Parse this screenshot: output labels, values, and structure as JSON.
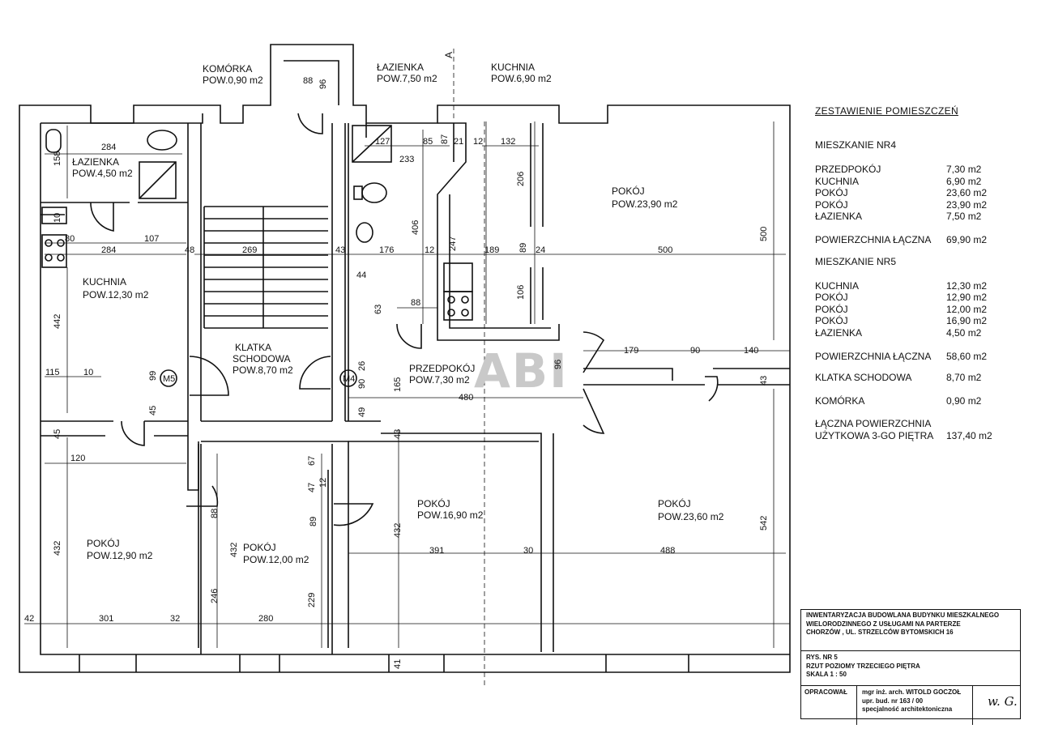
{
  "rooms": {
    "komorka": {
      "name": "KOMÓRKA",
      "area": "POW.0,90 m2"
    },
    "lazienka_top": {
      "name": "ŁAZIENKA",
      "area": "POW.7,50 m2"
    },
    "kuchnia_top": {
      "name": "KUCHNIA",
      "area": "POW.6,90 m2"
    },
    "lazienka_left": {
      "name": "ŁAZIENKA",
      "area": "POW.4,50 m2"
    },
    "kuchnia_left": {
      "name": "KUCHNIA",
      "area": "POW.12,30 m2"
    },
    "klatka": {
      "name1": "KLATKA",
      "name2": "SCHODOWA",
      "area": "POW.8,70 m2"
    },
    "przedpokoj": {
      "name": "PRZEDPOKÓJ",
      "area": "POW.7,30 m2"
    },
    "pokoj_tr": {
      "name": "POKÓJ",
      "area": "POW.23,90 m2"
    },
    "pokoj_bl": {
      "name": "POKÓJ",
      "area": "POW.12,90 m2"
    },
    "pokoj_b2": {
      "name": "POKÓJ",
      "area": "POW.12,00 m2"
    },
    "pokoj_b3": {
      "name": "POKÓJ",
      "area": "POW.16,90 m2"
    },
    "pokoj_br": {
      "name": "POKÓJ",
      "area": "POW.23,60 m2"
    }
  },
  "markers": {
    "m5": "M5",
    "m4": "M4",
    "section": "A"
  },
  "watermark": "ABI",
  "dimensions": [
    "284",
    "158",
    "10",
    "80",
    "107",
    "284",
    "48",
    "269",
    "43",
    "176",
    "12",
    "189",
    "89",
    "24",
    "500",
    "500",
    "442",
    "115",
    "10",
    "99",
    "45",
    "45",
    "120",
    "432",
    "301",
    "32",
    "42",
    "280",
    "246",
    "432",
    "229",
    "67",
    "47",
    "12",
    "89",
    "88",
    "96",
    "88",
    "127",
    "85",
    "87",
    "21",
    "12",
    "132",
    "233",
    "206",
    "406",
    "247",
    "44",
    "63",
    "88",
    "106",
    "179",
    "90",
    "140",
    "43",
    "26",
    "90",
    "165",
    "480",
    "49",
    "43",
    "432",
    "391",
    "30",
    "488",
    "542",
    "41",
    "96"
  ],
  "legend": {
    "title": "ZESTAWIENIE POMIESZCZEŃ",
    "apt4": {
      "header": "MIESZKANIE NR4",
      "rows": [
        {
          "name": "PRZEDPOKÓJ",
          "area": "7,30 m2"
        },
        {
          "name": "KUCHNIA",
          "area": "6,90 m2"
        },
        {
          "name": "POKÓJ",
          "area": "23,60 m2"
        },
        {
          "name": "POKÓJ",
          "area": "23,90 m2"
        },
        {
          "name": "ŁAZIENKA",
          "area": "7,50 m2"
        }
      ],
      "total_label": "POWIERZCHNIA ŁĄCZNA",
      "total": "69,90 m2"
    },
    "apt5": {
      "header": "MIESZKANIE NR5",
      "rows": [
        {
          "name": "KUCHNIA",
          "area": "12,30 m2"
        },
        {
          "name": "POKÓJ",
          "area": "12,90 m2"
        },
        {
          "name": "POKÓJ",
          "area": "12,00 m2"
        },
        {
          "name": "POKÓJ",
          "area": "16,90 m2"
        },
        {
          "name": "ŁAZIENKA",
          "area": "4,50 m2"
        }
      ],
      "total_label": "POWIERZCHNIA ŁĄCZNA",
      "total": "58,60 m2"
    },
    "stair_label": "KLATKA SCHODOWA",
    "stair_area": "8,70 m2",
    "storage_label": "KOMÓRKA",
    "storage_area": "0,90 m2",
    "grand_label_1": "ŁĄCZNA POWIERZCHNIA",
    "grand_label_2": "UŻYTKOWA 3-GO PIĘTRA",
    "grand_area": "137,40 m2"
  },
  "titleblock": {
    "line1": "INWENTARYZACJA BUDOWLANA BUDYNKU MIESZKALNEGO",
    "line2": "WIELORODZINNEGO Z USŁUGAMI NA PARTERZE",
    "line3": "CHORZÓW , UL. STRZELCÓW BYTOMSKICH 16",
    "rys": "RYS. NR 5",
    "rzut": "RZUT POZIOMY TRZECIEGO PIĘTRA",
    "skala": "SKALA 1 : 50",
    "opracowal": "OPRACOWAŁ",
    "author": "mgr inż. arch. WITOLD GOCZOŁ",
    "perm": "upr. bud. nr 163 / 00",
    "spec": "specjalność architektoniczna",
    "signature": "w. G."
  }
}
